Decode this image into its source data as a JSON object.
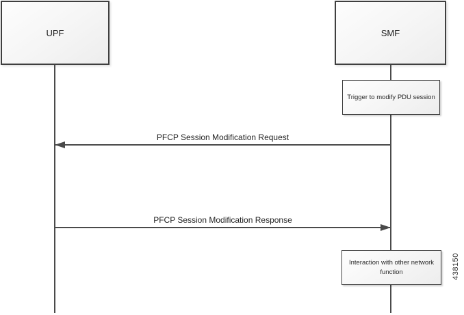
{
  "diagram": {
    "actors": [
      {
        "label": "UPF"
      },
      {
        "label": "SMF"
      }
    ],
    "notes": [
      {
        "lines": [
          "Trigger to modify PDU session"
        ]
      },
      {
        "lines": [
          "Interaction with other network",
          "function"
        ]
      }
    ],
    "messages": [
      {
        "label": "PFCP Session Modification Request",
        "from": "SMF",
        "to": "UPF",
        "direction": "left"
      },
      {
        "label": "PFCP Session Modification Response",
        "from": "UPF",
        "to": "SMF",
        "direction": "right"
      }
    ],
    "figure_number": "438150"
  },
  "colors": {
    "background": "#ffffff",
    "line": "#4a4a4a",
    "border": "#3f3f3f",
    "text": "#262626"
  }
}
